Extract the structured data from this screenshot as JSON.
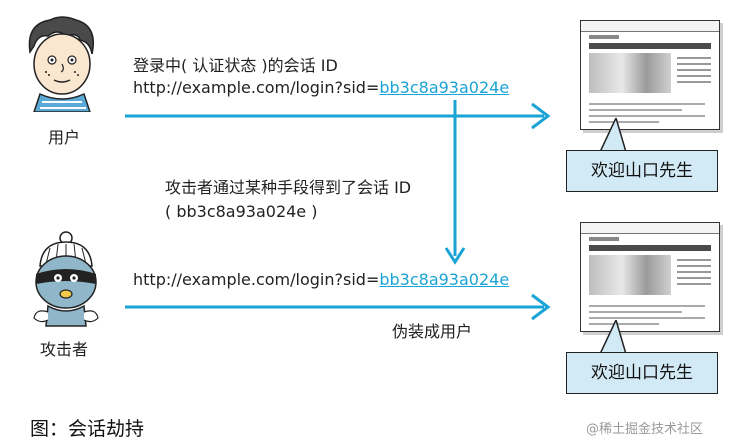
{
  "figure": {
    "caption": "图：会话劫持",
    "watermark": "@稀土掘金技术社区"
  },
  "user": {
    "label": "用户",
    "status_line": "登录中( 认证状态 )的会话 ID",
    "url_prefix": "http://example.com/login?sid=",
    "sid": "bb3c8a93a024e"
  },
  "attacker": {
    "label": "攻击者",
    "obtained_line1": "攻击者通过某种手段得到了会话 ID",
    "obtained_line2": "( bb3c8a93a024e )",
    "url_prefix": "http://example.com/login?sid=",
    "sid": "bb3c8a93a024e",
    "impersonate_label": "伪装成用户"
  },
  "browser_top": {
    "greeting": "欢迎山口先生"
  },
  "browser_bottom": {
    "greeting": "欢迎山口先生"
  },
  "colors": {
    "arrow": "#1aa3d6",
    "callout_fill": "#d2eaf5"
  }
}
